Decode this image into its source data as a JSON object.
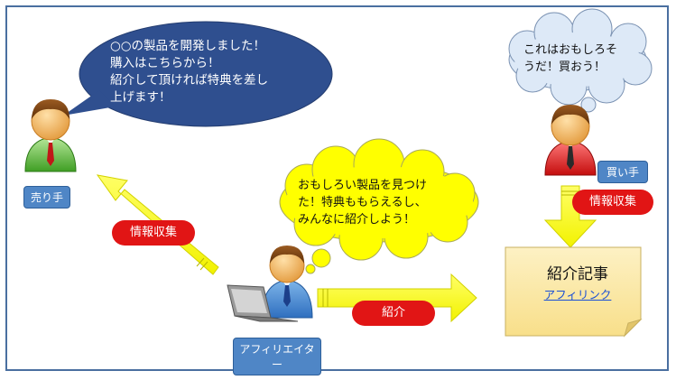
{
  "seller": {
    "label": "売り手",
    "speech_lines": [
      "○○の製品を開発しました！",
      "購入はこちらから！",
      "紹介して頂ければ特典を差し",
      "上げます！"
    ]
  },
  "affiliate": {
    "label": "アフィリエイター",
    "thought_lines": [
      "おもしろい製品を見つけ",
      "た！特典ももらえるし、",
      "みんなに紹介しよう！"
    ]
  },
  "buyer": {
    "label": "買い手",
    "thought_lines": [
      "これはおもしろそ",
      "うだ！買おう！"
    ]
  },
  "arrows": {
    "left_label": "情報収集",
    "middle_label": "紹介",
    "right_label": "情報収集"
  },
  "article": {
    "title": "紹介記事",
    "link": "アフィリンク"
  },
  "colors": {
    "frame": "#4a6fa0",
    "speech_bubble": "#2f4f8f",
    "thought_cloud_yellow": "#ffff00",
    "thought_cloud_blue": "#dde9f7",
    "arrow_yellow": "#ffff00",
    "pill_red": "#e11515",
    "label_blue": "#4f86c6",
    "note_fill": "#fbe9a6"
  }
}
